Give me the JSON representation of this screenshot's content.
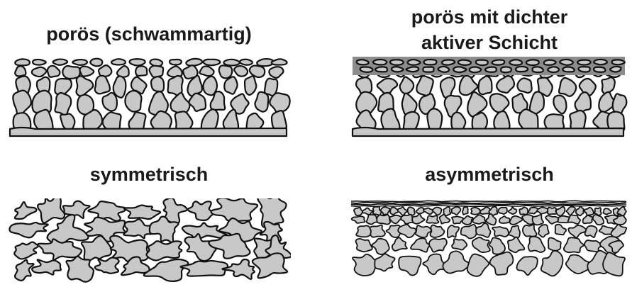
{
  "panels": [
    {
      "id": "porous-sponge",
      "title": "porös (schwammartig)",
      "structure": "porous"
    },
    {
      "id": "porous-dense-active",
      "title_line1": "porös mit dichter",
      "title_line2": "aktiver Schicht",
      "structure": "porous-with-dense-layer"
    },
    {
      "id": "symmetric",
      "title": "symmetrisch",
      "structure": "symmetric"
    },
    {
      "id": "asymmetric",
      "title": "asymmetrisch",
      "structure": "asymmetric"
    }
  ],
  "colors": {
    "grain_fill": "#c8c8c8",
    "grain_stroke": "#111111",
    "active_layer": "#8c8c8c",
    "background": "#ffffff"
  }
}
